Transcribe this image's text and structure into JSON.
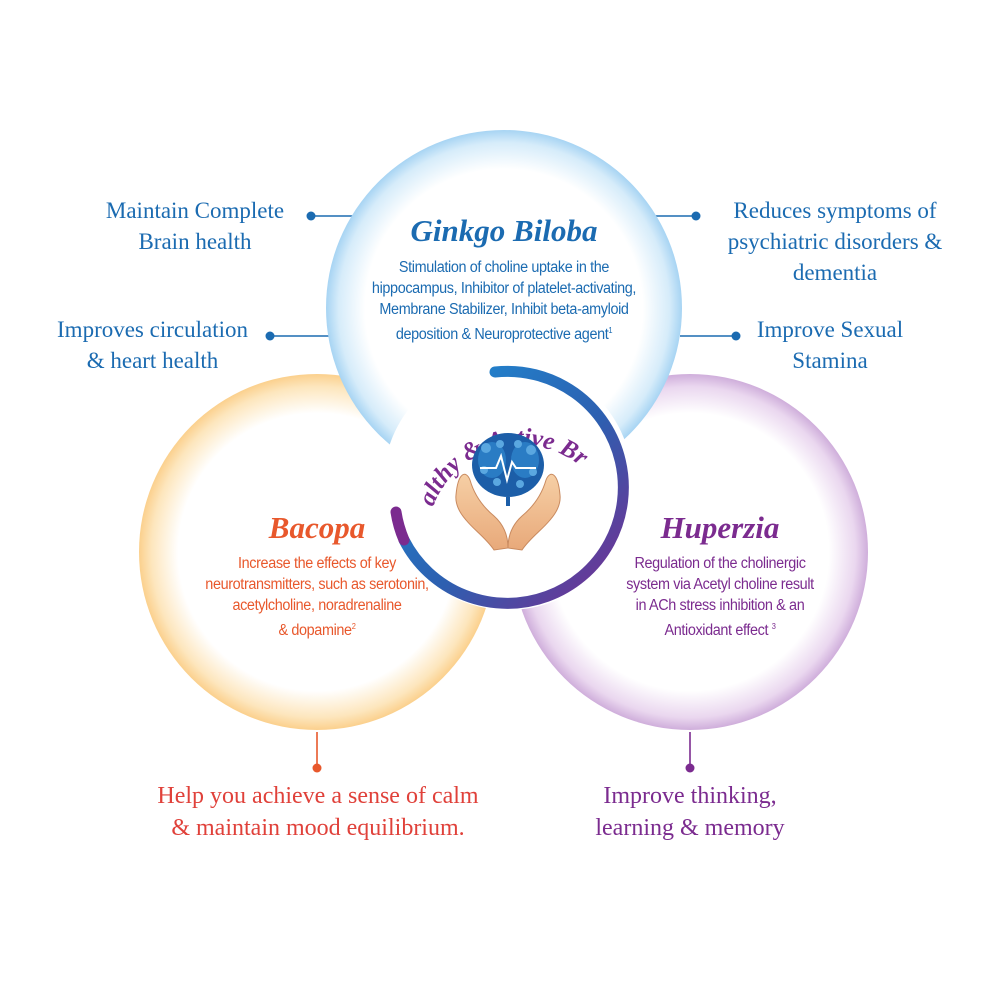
{
  "center": {
    "title": "Healthy & Active Brain",
    "icon": "brain-in-hands-icon"
  },
  "circles": {
    "ginkgo": {
      "title": "Ginkgo Biloba",
      "lines": [
        "Stimulation of choline uptake in the",
        "hippocampus, Inhibitor of platelet-activating,",
        "Membrane Stabilizer, Inhibit beta-amyloid",
        "deposition & Neuroprotective agent"
      ],
      "ref": "1",
      "color": "#1b6bb1"
    },
    "bacopa": {
      "title": "Bacopa",
      "lines": [
        "Increase the effects of key",
        "neurotransmitters, such as serotonin,",
        "acetylcholine, noradrenaline",
        "& dopamine"
      ],
      "ref": "2",
      "color": "#e8582c"
    },
    "huperzia": {
      "title": "Huperzia",
      "lines": [
        "Regulation of the cholinergic",
        "system via Acetyl choline result",
        "in ACh stress inhibition & an",
        "Antioxidant effect"
      ],
      "ref": "3",
      "color": "#7b2b8f"
    }
  },
  "benefits": {
    "top_left": [
      "Maintain Complete",
      "Brain health"
    ],
    "mid_left": [
      "Improves circulation",
      "& heart health"
    ],
    "top_right": [
      "Reduces symptoms of",
      "psychiatric disorders &",
      "dementia"
    ],
    "mid_right": [
      "Improve Sexual",
      "Stamina"
    ],
    "bottom_left": [
      "Help you achieve a sense of calm",
      "& maintain mood equilibrium."
    ],
    "bottom_right": [
      "Improve thinking,",
      "learning & memory"
    ]
  },
  "colors": {
    "blue": "#1b6bb1",
    "orange": "#e8582c",
    "purple": "#7b2b8f",
    "red_text": "#e0413a"
  }
}
